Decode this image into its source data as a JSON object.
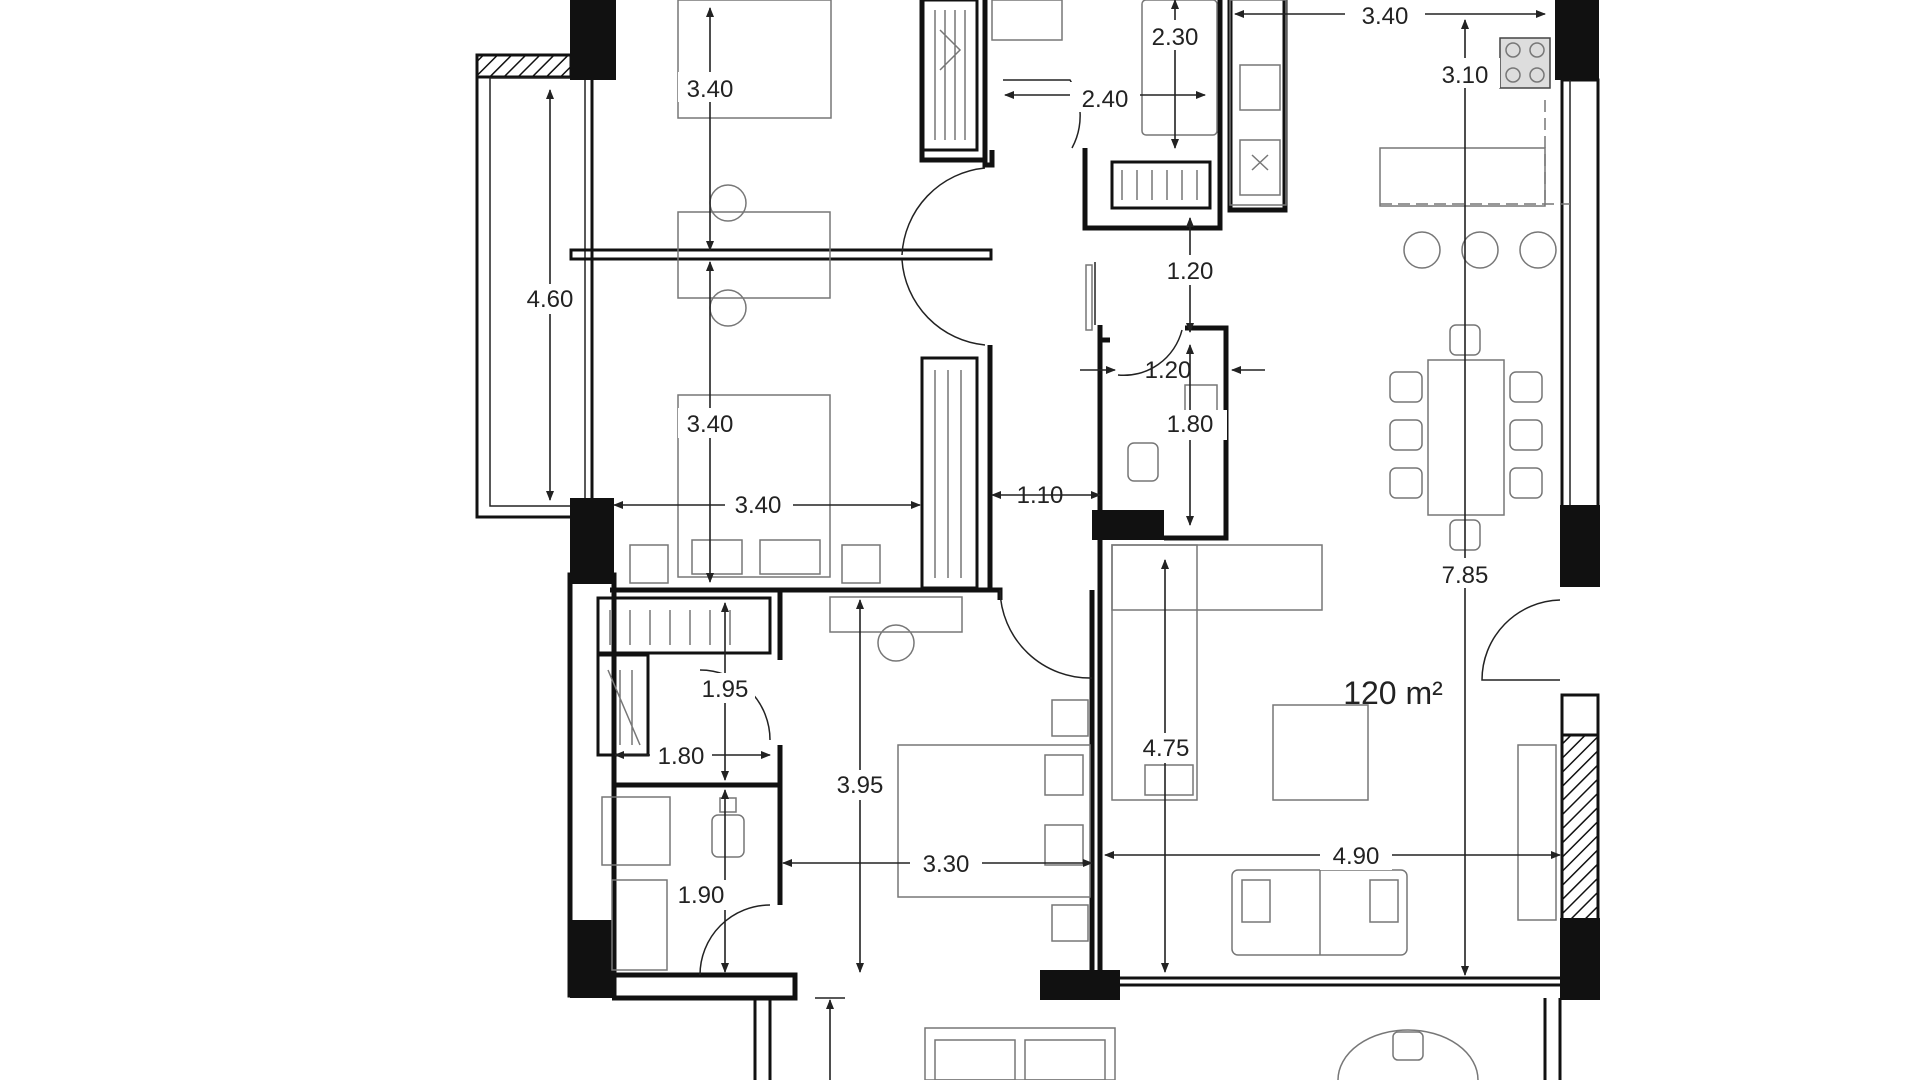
{
  "dimensions": {
    "d1": "3.40",
    "d2": "2.30",
    "d3": "3.40",
    "d4": "3.10",
    "d5": "2.40",
    "d6": "4.60",
    "d7": "1.20",
    "d8": "1.20",
    "d9": "3.40",
    "d10": "1.80",
    "d11": "3.40",
    "d12": "1.10",
    "d13": "7.85",
    "d14": "1.95",
    "d15": "1.80",
    "d16": "4.75",
    "d17": "3.95",
    "d18": "3.30",
    "d19": "4.90",
    "d20": "1.90"
  },
  "area_label": "120 m²"
}
